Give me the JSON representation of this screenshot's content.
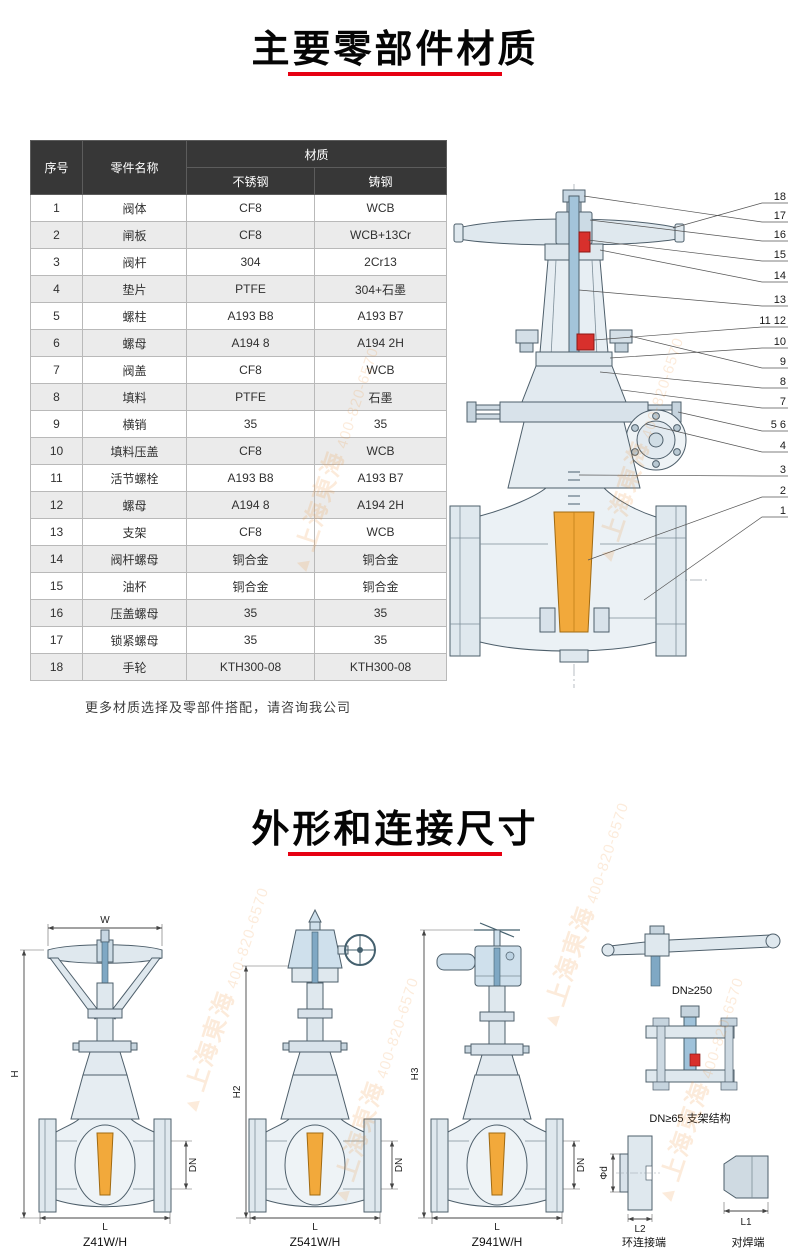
{
  "page": {
    "section1_title": "主要零部件材质",
    "section2_title": "外形和连接尺寸",
    "note": "更多材质选择及零部件搭配，请咨询我公司"
  },
  "watermark": {
    "logo_glyph": "▲",
    "brand": "上海東海",
    "phone": "400-820-6570"
  },
  "materials_table": {
    "headers": {
      "no": "序号",
      "part": "零件名称",
      "material": "材质",
      "stainless": "不锈钢",
      "cast": "铸钢"
    },
    "rows": [
      {
        "no": "1",
        "part": "阀体",
        "ss": "CF8",
        "cs": "WCB"
      },
      {
        "no": "2",
        "part": "闸板",
        "ss": "CF8",
        "cs": "WCB+13Cr"
      },
      {
        "no": "3",
        "part": "阀杆",
        "ss": "304",
        "cs": "2Cr13"
      },
      {
        "no": "4",
        "part": "垫片",
        "ss": "PTFE",
        "cs": "304+石墨"
      },
      {
        "no": "5",
        "part": "螺柱",
        "ss": "A193 B8",
        "cs": "A193 B7"
      },
      {
        "no": "6",
        "part": "螺母",
        "ss": "A194 8",
        "cs": "A194 2H"
      },
      {
        "no": "7",
        "part": "阀盖",
        "ss": "CF8",
        "cs": "WCB"
      },
      {
        "no": "8",
        "part": "填料",
        "ss": "PTFE",
        "cs": "石墨"
      },
      {
        "no": "9",
        "part": "横销",
        "ss": "35",
        "cs": "35"
      },
      {
        "no": "10",
        "part": "填料压盖",
        "ss": "CF8",
        "cs": "WCB"
      },
      {
        "no": "11",
        "part": "活节螺栓",
        "ss": "A193 B8",
        "cs": "A193 B7"
      },
      {
        "no": "12",
        "part": "螺母",
        "ss": "A194 8",
        "cs": "A194 2H"
      },
      {
        "no": "13",
        "part": "支架",
        "ss": "CF8",
        "cs": "WCB"
      },
      {
        "no": "14",
        "part": "阀杆螺母",
        "ss": "铜合金",
        "cs": "铜合金"
      },
      {
        "no": "15",
        "part": "油杯",
        "ss": "铜合金",
        "cs": "铜合金"
      },
      {
        "no": "16",
        "part": "压盖螺母",
        "ss": "35",
        "cs": "35"
      },
      {
        "no": "17",
        "part": "锁紧螺母",
        "ss": "35",
        "cs": "35"
      },
      {
        "no": "18",
        "part": "手轮",
        "ss": "KTH300-08",
        "cs": "KTH300-08"
      }
    ]
  },
  "diagram": {
    "callouts": [
      "18",
      "17",
      "16",
      "15",
      "14",
      "13",
      "11 12",
      "10",
      "9",
      "8",
      "7",
      "5 6",
      "4",
      "3",
      "2",
      "1"
    ]
  },
  "dimension_drawings": {
    "models": {
      "m1": "Z41W/H",
      "m2": "Z541W/H",
      "m3": "Z941W/H"
    },
    "dims": {
      "w": "W",
      "h": "H",
      "h2": "H2",
      "h3": "H3",
      "dn": "DN",
      "l": "L",
      "l1": "L1",
      "l2": "L2",
      "phi_d": "Φd"
    },
    "details": {
      "handle": "DN≥250",
      "bracket": "DN≥65 支架结构",
      "ring_end": "环连接端",
      "weld_end": "对焊端"
    }
  }
}
